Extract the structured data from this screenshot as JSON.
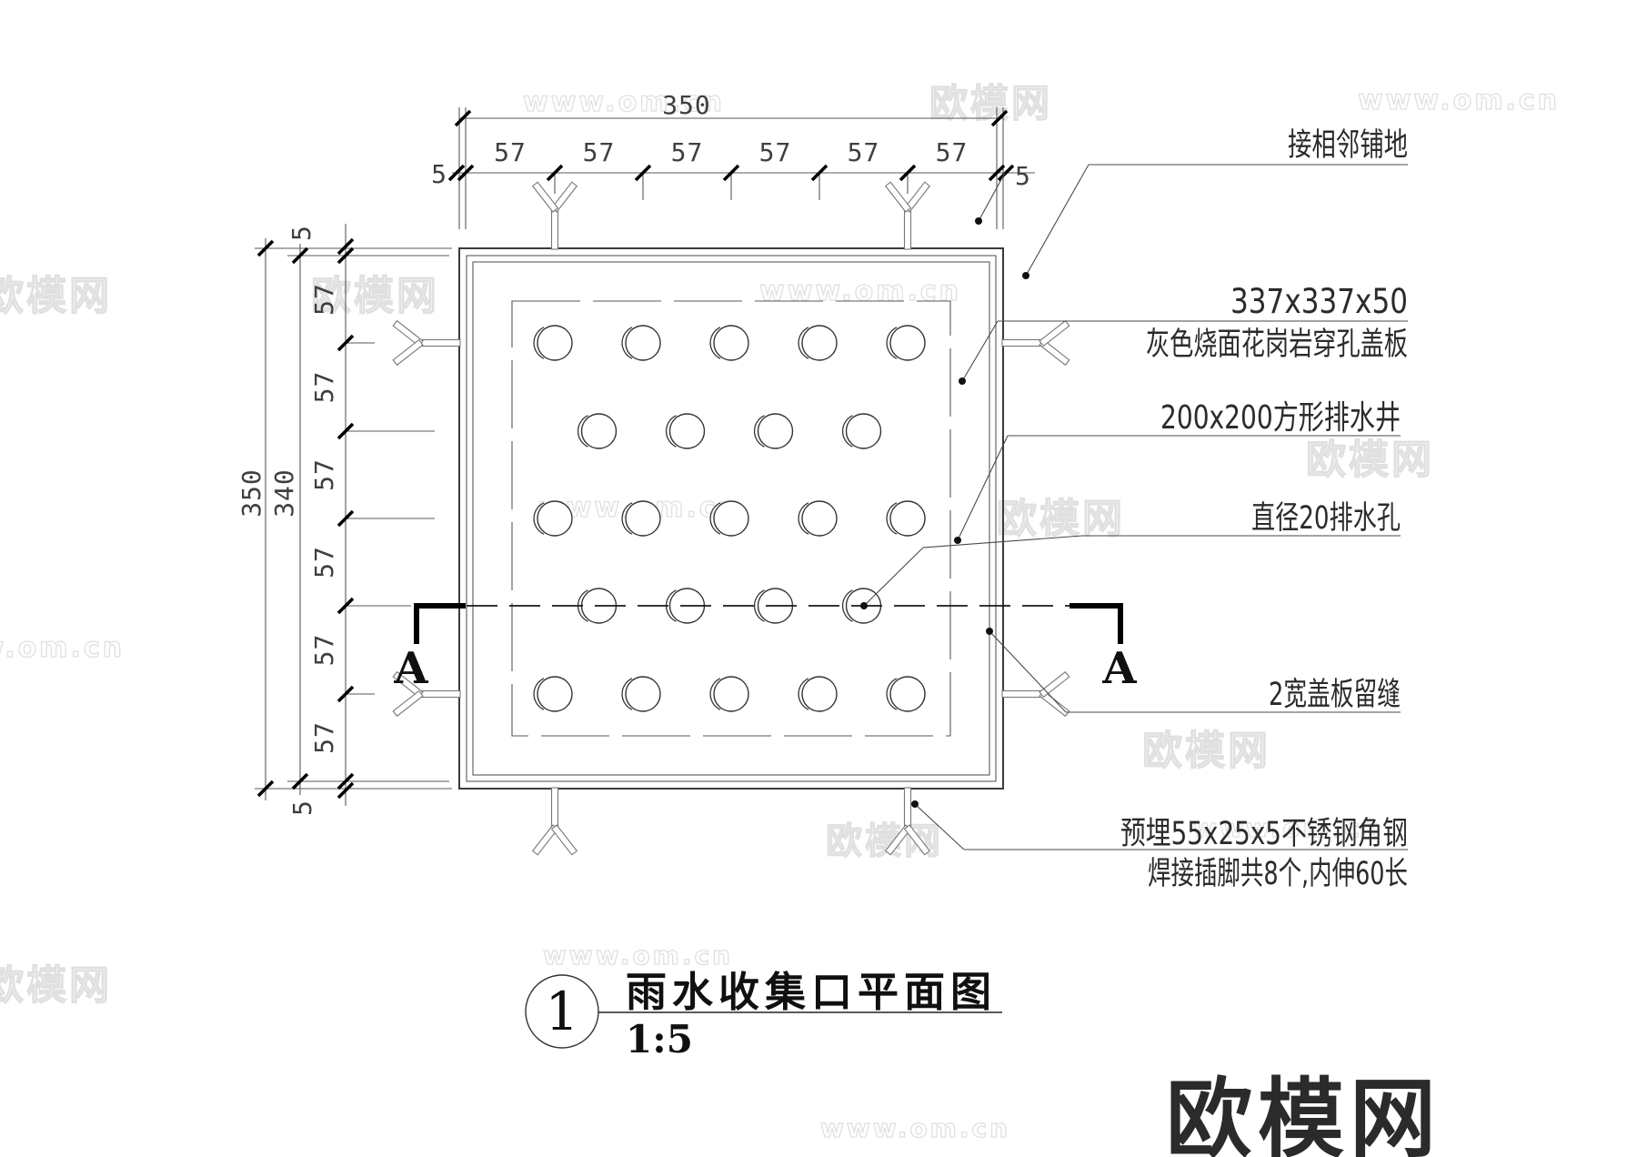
{
  "watermark": {
    "site_name": "欧模网",
    "site_url": "www.om.cn"
  },
  "logo_text": "欧模网",
  "dimensions": {
    "top": {
      "overall": "350",
      "edge": "5",
      "segments": [
        "57",
        "57",
        "57",
        "57",
        "57",
        "57"
      ]
    },
    "left": {
      "overall": "350",
      "inner": "340",
      "edge": "5",
      "segments": [
        "57",
        "57",
        "57",
        "57",
        "57",
        "57"
      ]
    }
  },
  "annotations": [
    {
      "lines": [
        "接相邻铺地"
      ]
    },
    {
      "lines": [
        "337x337x50",
        "灰色烧面花岗岩穿孔盖板"
      ]
    },
    {
      "lines": [
        "200x200方形排水井"
      ]
    },
    {
      "lines": [
        "直径20排水孔"
      ]
    },
    {
      "lines": [
        "2宽盖板留缝"
      ]
    },
    {
      "lines": [
        "预埋55x25x5不锈钢角钢",
        "焊接插脚共8个,内伸60长"
      ]
    }
  ],
  "section_marker": {
    "label": "A"
  },
  "plan": {
    "hole_rows": [
      5,
      4,
      5,
      4,
      5
    ]
  },
  "title_block": {
    "number": "1",
    "title": "雨水收集口平面图",
    "scale": "1:5"
  }
}
